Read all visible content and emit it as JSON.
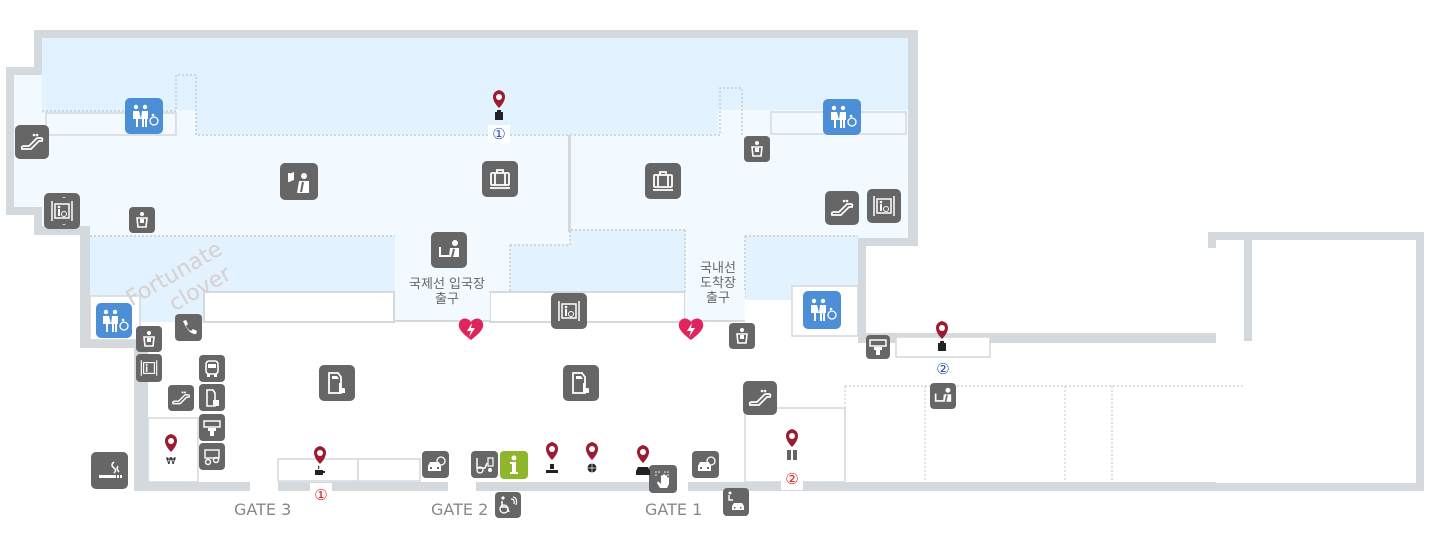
{
  "map": {
    "colors": {
      "wall": "#d3d9dd",
      "zone_light_blue": "#e2f2fe",
      "floor_pale": "#f2f9ff",
      "icon_gray": "#666666",
      "restroom_blue": "#4d8fd6",
      "info_green": "#8fb52a",
      "pin_red": "#9b1b33",
      "aed_pink": "#e0245e",
      "number_blue": "#2c58b7",
      "number_red": "#e0242b"
    },
    "labels": {
      "intl_exit": "국제선 입국장",
      "intl_exit_2": "출구",
      "dom_exit_1": "국내선",
      "dom_exit_2": "도착장",
      "dom_exit_3": "출구",
      "watermark_1": "Fortunate",
      "watermark_2": "clover"
    },
    "gates": [
      {
        "label": "GATE 3"
      },
      {
        "label": "GATE 2"
      },
      {
        "label": "GATE 1"
      }
    ],
    "markers": {
      "shop_1": {
        "number": "①",
        "icon": "shopping-bag"
      },
      "shop_2": {
        "number": "②",
        "icon": "shopping-bag"
      },
      "cafe_1": {
        "number": "①",
        "icon": "coffee-cup"
      },
      "restaurant_2": {
        "number": "②",
        "icon": "fork-knife"
      },
      "currency": {
        "icon": "won-sign"
      },
      "counter": {
        "icon": "service-desk"
      },
      "globe": {
        "icon": "globe"
      },
      "car_rental": {
        "icon": "car"
      }
    },
    "icon_types": [
      "restroom-icon",
      "escalator-icon",
      "elevator-icon",
      "nursing-room-icon",
      "customs-icon",
      "baggage-claim-icon",
      "info-desk-icon",
      "aed-icon",
      "phone-icon",
      "bus-icon",
      "kiosk-icon",
      "atm-icon",
      "currency-exchange-icon",
      "smoking-area-icon",
      "parking-icon",
      "wheelchair-rental-icon",
      "information-icon",
      "braille-guide-icon",
      "accessible-service-icon",
      "accessible-parking-icon"
    ]
  }
}
